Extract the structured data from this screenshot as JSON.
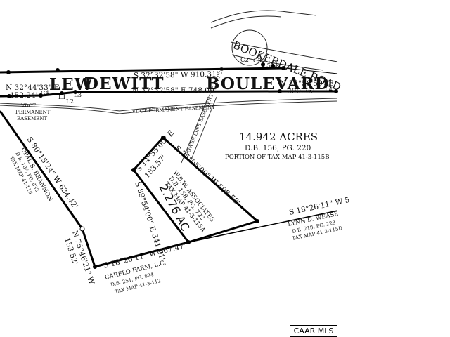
{
  "roads": {
    "lew": "LEW",
    "dewitt": "DEWITT",
    "boulevard": "BOULEVARD",
    "bookerdale": "BOOKERDALE ROAD"
  },
  "bearings": {
    "top_line": "S 32°32'58\" W  910.31'",
    "left_bearing": "N 32°44'33\" E",
    "left_dist": "152.24'",
    "road_bearing_mid": "N 32°32'58\" E  748.00'",
    "road_bearing_right": "N 35°58'59\" E",
    "road_dist_right": "200.36'",
    "left_diag": "S 80°15'24\" W  634.42'",
    "bottom_left": "N 75°46'21\" W",
    "bottom_left_dist": "153.52'",
    "bottom": "S 18°26'11\" W  367.47'",
    "right_line": "S 18°26'11\" W  5",
    "parcel_right": "S 75°05'00\" W  508.58'",
    "parcel_bottom": "S 89°54'00\" E  341.21'",
    "parcel_top": "S 14°55'00\" E",
    "parcel_top_dist": "183.57'"
  },
  "curve_labels": [
    "C4",
    "L1",
    "L2",
    "L3",
    "L4",
    "C2",
    "C3",
    "L5",
    "L6"
  ],
  "easements": {
    "vdot_left_1": "VDOT",
    "vdot_left_2": "PERMANENT",
    "vdot_left_3": "EASEMENT",
    "vdot_road": "VDOT PERMANENT EASEMENT",
    "power": "POWER LINE EASEMENT TO VEPCO"
  },
  "parcel_main": {
    "acres": "14.942 ACRES",
    "db": "D.B. 156, PG. 220",
    "portion": "PORTION OF TAX MAP 41-3-115B"
  },
  "parcel_wbw": {
    "name": "W.B.W. ASSOCIATES",
    "db": "D.B. 158, PG. 722",
    "tax": "TAX MAP 41-3-115A",
    "handwritten": "2.276 AC"
  },
  "owner_left": {
    "name": "OPAL S. BRANNON",
    "db": "D.B. 106, PG. 832",
    "tax": "TAX MAP 41-115"
  },
  "owner_bottom": {
    "name": "CARFLO FARM, L.C.",
    "db": "D.B. 251, PG. 824",
    "tax": "TAX MAP 41-3-112"
  },
  "owner_right": {
    "name": "LYNN D. WEASE",
    "db": "D.B. 218, PG. 228",
    "tax": "TAX MAP 41-3-115D"
  },
  "badge": "CAAR MLS"
}
